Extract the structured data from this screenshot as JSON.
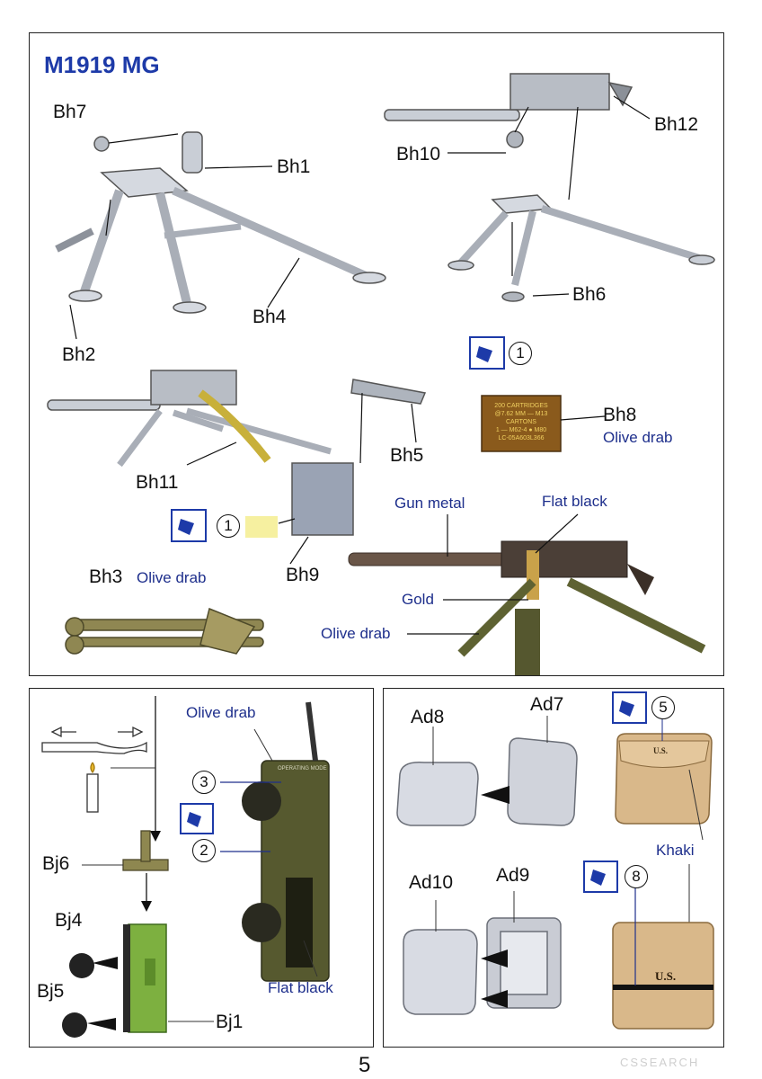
{
  "title": "M1919 MG",
  "page_number": "5",
  "parts": {
    "bh1": "Bh1",
    "bh2": "Bh2",
    "bh3": "Bh3",
    "bh4": "Bh4",
    "bh5": "Bh5",
    "bh6": "Bh6",
    "bh7": "Bh7",
    "bh8": "Bh8",
    "bh9": "Bh9",
    "bh10": "Bh10",
    "bh11": "Bh11",
    "bh12": "Bh12",
    "bj1": "Bj1",
    "bj4": "Bj4",
    "bj5": "Bj5",
    "bj6": "Bj6",
    "ad7": "Ad7",
    "ad8": "Ad8",
    "ad9": "Ad9",
    "ad10": "Ad10"
  },
  "colors": {
    "olive_drab": "Olive drab",
    "gun_metal": "Gun metal",
    "flat_black": "Flat black",
    "gold": "Gold",
    "khaki": "Khaki"
  },
  "decal_numbers": {
    "d1a": "1",
    "d1b": "1",
    "d2": "2",
    "d3": "3",
    "d5": "5",
    "d8": "8"
  },
  "ammo_box_text": [
    "200 CARTRIDGES",
    "@7.62 MM — M13",
    "CARTONS",
    "1 — M62-4 ● M80",
    "LC-05A603L366"
  ],
  "pouch_text": {
    "top": "U.S.",
    "bottom": "U.S."
  },
  "radio_text": [
    "OPERATING",
    "MODE"
  ],
  "watermark": "CSSEARCH",
  "palette": {
    "label_blue": "#1e2f8c",
    "title_blue": "#1d3aa8",
    "olive": "#5e6232",
    "khaki": "#d9b88a",
    "green_part": "#7db040"
  }
}
